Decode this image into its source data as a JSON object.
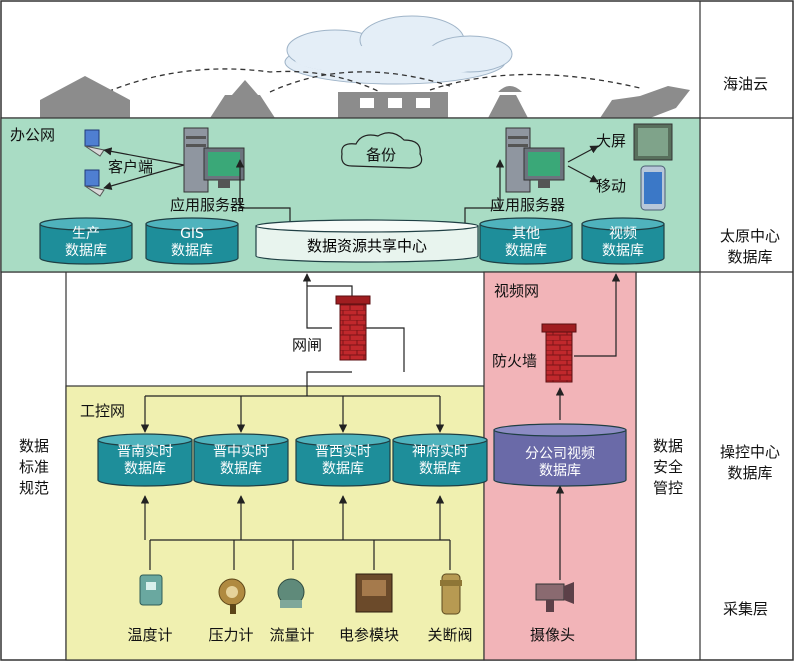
{
  "side_labels": {
    "cloud": "海油云",
    "taiyuan": [
      "太原中心",
      "数据库"
    ],
    "control_center": [
      "操控中心",
      "数据库"
    ],
    "acquisition": "采集层",
    "standards": [
      "数据",
      "标准",
      "规范"
    ],
    "security": [
      "数据",
      "安全",
      "管控"
    ]
  },
  "office_network": {
    "title": "办公网",
    "client": "客户端",
    "app_server_left": "应用服务器",
    "app_server_right": "应用服务器",
    "backup": "备份",
    "big_screen": "大屏",
    "mobile": "移动",
    "databases": [
      {
        "id": "production",
        "lines": [
          "生产",
          "数据库"
        ]
      },
      {
        "id": "gis",
        "lines": [
          "GIS",
          "数据库"
        ]
      },
      {
        "id": "other",
        "lines": [
          "其他",
          "数据库"
        ]
      },
      {
        "id": "video",
        "lines": [
          "视频",
          "数据库"
        ]
      }
    ],
    "share_center": "数据资源共享中心"
  },
  "gateway": "网闸",
  "video_network": {
    "title": "视频网",
    "firewall": "防火墙",
    "database": [
      "分公司视频",
      "数据库"
    ],
    "camera": "摄像头"
  },
  "control_network": {
    "title": "工控网",
    "databases": [
      [
        "晋南实时",
        "数据库"
      ],
      [
        "晋中实时",
        "数据库"
      ],
      [
        "晋西实时",
        "数据库"
      ],
      [
        "神府实时",
        "数据库"
      ]
    ],
    "sensors": [
      "温度计",
      "压力计",
      "流量计",
      "电参模块",
      "关断阀"
    ]
  },
  "colors": {
    "office_bg": "#a9dcc4",
    "control_bg": "#f0f0b0",
    "video_bg": "#f2b4b8",
    "db_teal": "#1e8e9a",
    "db_purple": "#6a6aa8",
    "firewall_red": "#c0282c"
  }
}
